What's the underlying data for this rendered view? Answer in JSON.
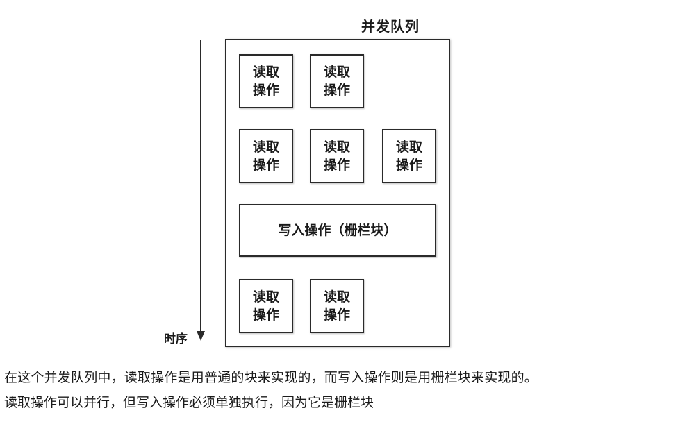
{
  "diagram": {
    "queue_title": "并发队列",
    "time_label": "时序",
    "rows": [
      {
        "blocks": [
          {
            "label": "读取操作"
          },
          {
            "label": "读取操作"
          }
        ]
      },
      {
        "blocks": [
          {
            "label": "读取操作"
          },
          {
            "label": "读取操作"
          },
          {
            "label": "读取操作"
          }
        ]
      },
      {
        "barrier": {
          "label": "写入操作（栅栏块）"
        }
      },
      {
        "blocks": [
          {
            "label": "读取操作"
          },
          {
            "label": "读取操作"
          }
        ]
      }
    ]
  },
  "caption": {
    "line1": "在这个并发队列中，读取操作是用普通的块来实现的，而写入操作则是用栅栏块来实现的。",
    "line2": "读取操作可以并行，但写入操作必须单独执行，因为它是栅栏块"
  }
}
